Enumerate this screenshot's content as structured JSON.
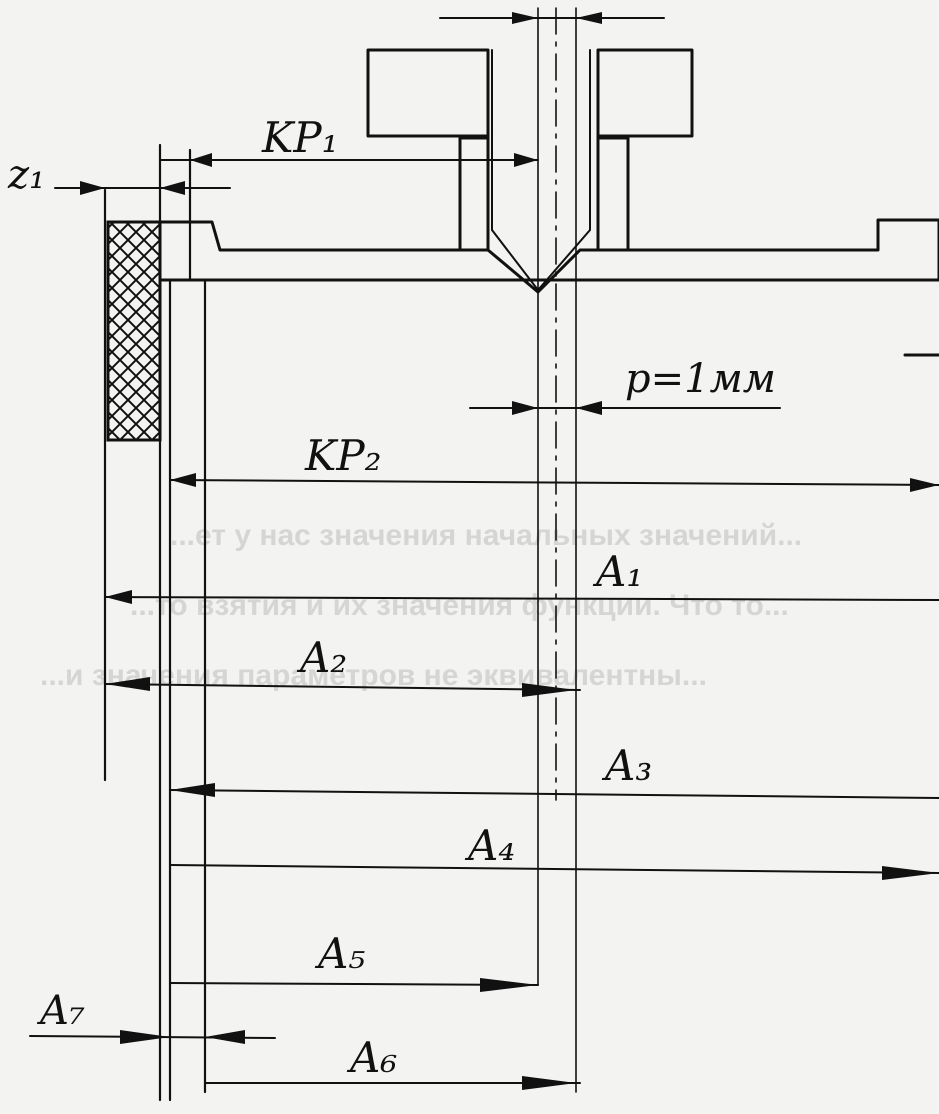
{
  "drawing": {
    "labels": {
      "z1": "z₁",
      "kp1": "KP₁",
      "kp2": "KP₂",
      "p": "p=1мм",
      "a1": "A₁",
      "a2": "A₂",
      "a3": "A₃",
      "a4": "A₄",
      "a5": "A₅",
      "a6": "A₆",
      "a7": "A₇"
    },
    "show_through_text": [
      "...ет у нас значения начальных значений...",
      "...то взятия и их значения функции. Что то...",
      "...и значения параметров не эквивалентны..."
    ],
    "colors": {
      "ink": "#111111",
      "paper": "#f3f3f1"
    }
  }
}
